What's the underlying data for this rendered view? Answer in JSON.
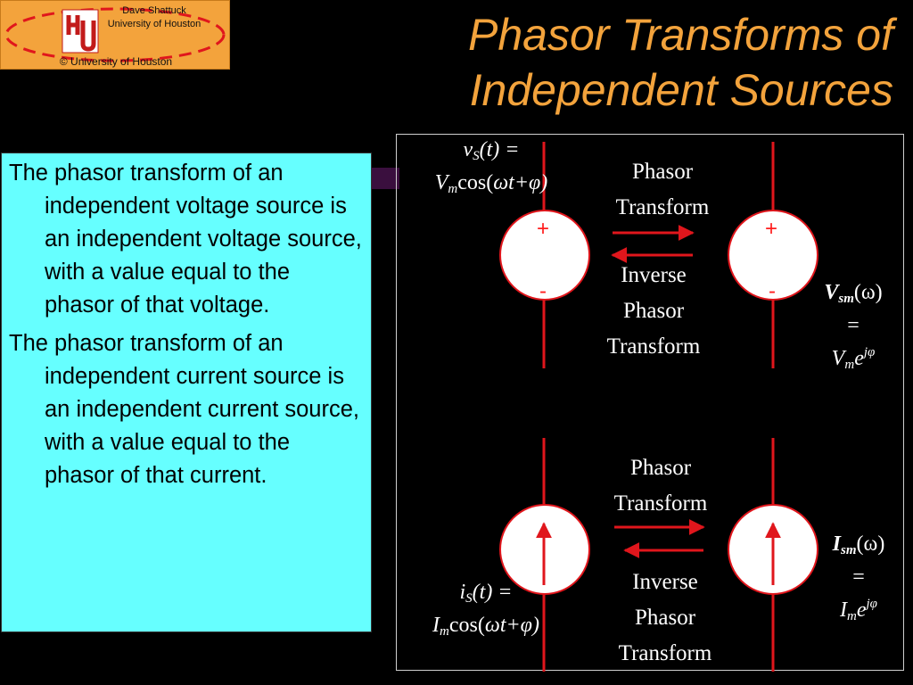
{
  "logo": {
    "author": "Dave Shattuck",
    "institution": "University of Houston",
    "copyright": "© University of Houston",
    "mark": "UH"
  },
  "title": {
    "line1": "Phasor Transforms of",
    "line2": "Independent Sources"
  },
  "bullets": [
    "The phasor transform of an independent voltage source is an independent voltage source, with a value equal to the phasor of that voltage.",
    "The phasor transform of an independent current source is an independent current source, with a value equal to the phasor of that current."
  ],
  "diagram": {
    "phasor_transform_line1": "Phasor",
    "phasor_transform_line2": "Transform",
    "inverse_line1": "Inverse",
    "inverse_line2": "Phasor",
    "inverse_line3": "Transform",
    "plus": "+",
    "minus": "-",
    "voltage_time": {
      "var": "v",
      "sub": "S",
      "eq": "(t) =",
      "amp": "V",
      "amp_sub": "m",
      "fn": "cos(",
      "arg": "ωt+φ)"
    },
    "voltage_phasor": {
      "var": "V",
      "sub": "sm",
      "arg": "(ω)",
      "eq": "=",
      "amp": "V",
      "amp_sub": "m",
      "exp_base": "e",
      "exp": "jφ"
    },
    "current_time": {
      "var": "i",
      "sub": "S",
      "eq": "(t) =",
      "amp": "I",
      "amp_sub": "m",
      "fn": "cos(",
      "arg": "ωt+φ)"
    },
    "current_phasor": {
      "var": "I",
      "sub": "sm",
      "arg": "(ω)",
      "eq": "=",
      "amp": "I",
      "amp_sub": "m",
      "exp_base": "e",
      "exp": "jφ"
    }
  },
  "colors": {
    "title": "#f3a33c",
    "logo_bg": "#f3a33c",
    "textbox_bg": "#66ffff",
    "wire": "#e0161c",
    "background": "#000000"
  }
}
